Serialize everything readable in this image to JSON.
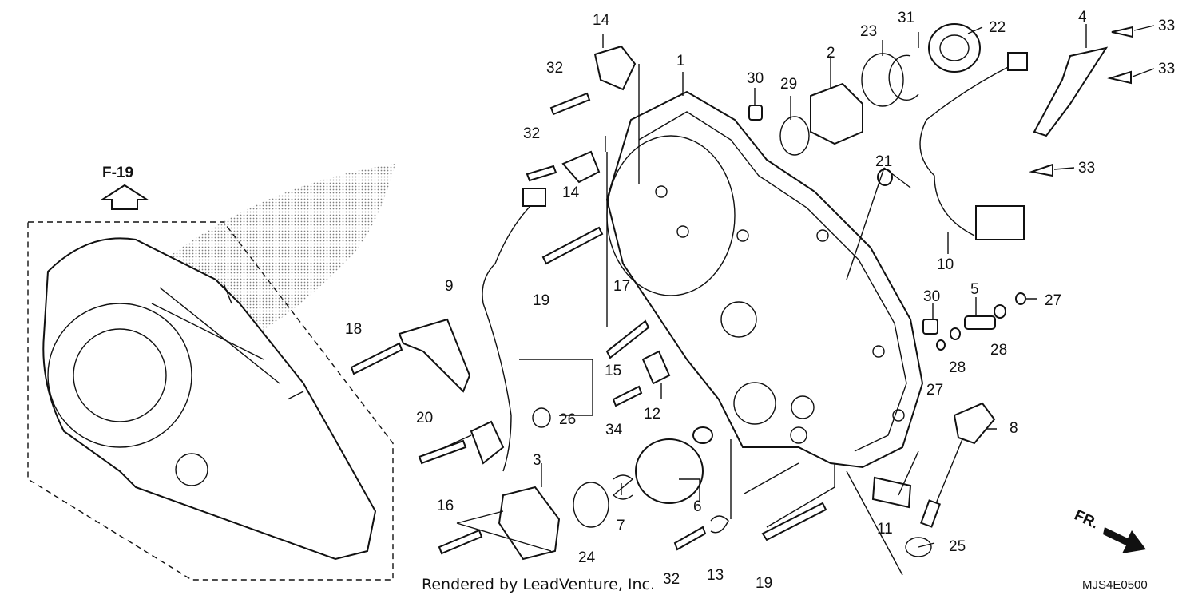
{
  "diagram": {
    "ref_label": "F-19",
    "footer": "Rendered by LeadVenture, Inc.",
    "diagram_code": "MJS4E0500",
    "front_label": "FR.",
    "callouts": [
      "1",
      "2",
      "3",
      "4",
      "5",
      "6",
      "7",
      "8",
      "9",
      "10",
      "11",
      "12",
      "13",
      "14",
      "14",
      "15",
      "16",
      "17",
      "18",
      "19",
      "19",
      "20",
      "21",
      "22",
      "23",
      "24",
      "25",
      "26",
      "27",
      "27",
      "28",
      "28",
      "29",
      "30",
      "30",
      "31",
      "32",
      "32",
      "32",
      "33",
      "33",
      "33",
      "34"
    ]
  }
}
